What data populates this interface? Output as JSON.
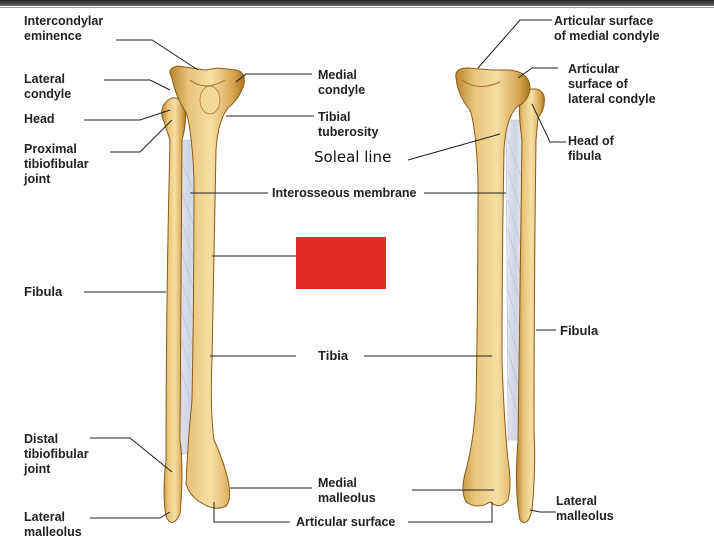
{
  "labels": {
    "intercondylar_eminence": "Intercondylar\neminence",
    "lateral_condyle": "Lateral\ncondyle",
    "head": "Head",
    "proximal_tibiofibular_joint": "Proximal\ntibiofibular\njoint",
    "fibula_left": "Fibula",
    "distal_tibiofibular_joint": "Distal\ntibiofibular\njoint",
    "lateral_malleolus_left": "Lateral\nmalleolus",
    "medial_condyle": "Medial\ncondyle",
    "tibial_tuberosity": "Tibial\ntuberosity",
    "soleal_line": "Soleal line",
    "interosseous_membrane": "Interosseous membrane",
    "tibia": "Tibia",
    "medial_malleolus": "Medial\nmalleolus",
    "articular_surface": "Articular surface",
    "articular_surface_medial_condyle": "Articular surface\nof medial condyle",
    "articular_surface_lateral_condyle": "Articular\nsurface of\nlateral condyle",
    "head_of_fibula": "Head of\nfibula",
    "fibula_right": "Fibula",
    "lateral_malleolus_right": "Lateral\nmalleolus"
  },
  "colors": {
    "bone": "#f6dfa4",
    "bone_shadow": "#b8842c",
    "membrane": "#cfd4e4",
    "cover_box": "#e32b26",
    "label_text": "#222222"
  }
}
